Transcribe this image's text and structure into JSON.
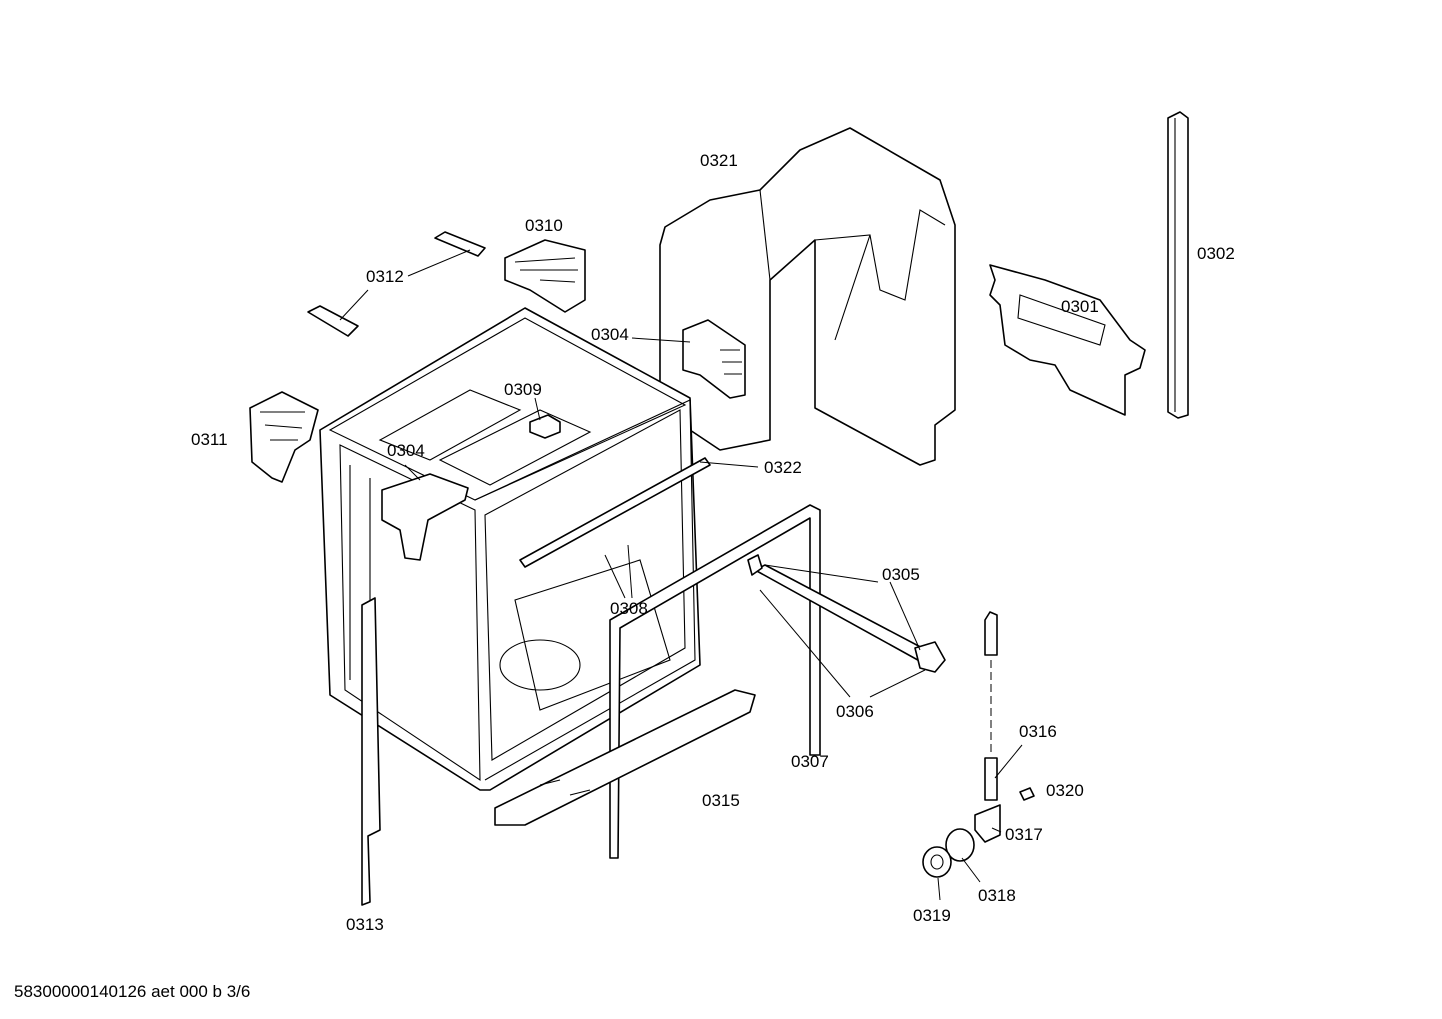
{
  "labels": {
    "p0301": "0301",
    "p0302": "0302",
    "p0304a": "0304",
    "p0304b": "0304",
    "p0305": "0305",
    "p0306": "0306",
    "p0307": "0307",
    "p0308": "0308",
    "p0309": "0309",
    "p0310": "0310",
    "p0311": "0311",
    "p0312": "0312",
    "p0313": "0313",
    "p0315": "0315",
    "p0316": "0316",
    "p0317": "0317",
    "p0318": "0318",
    "p0319": "0319",
    "p0320": "0320",
    "p0321": "0321",
    "p0322": "0322"
  },
  "footer": "58300000140126 aet 000 b 3/6"
}
